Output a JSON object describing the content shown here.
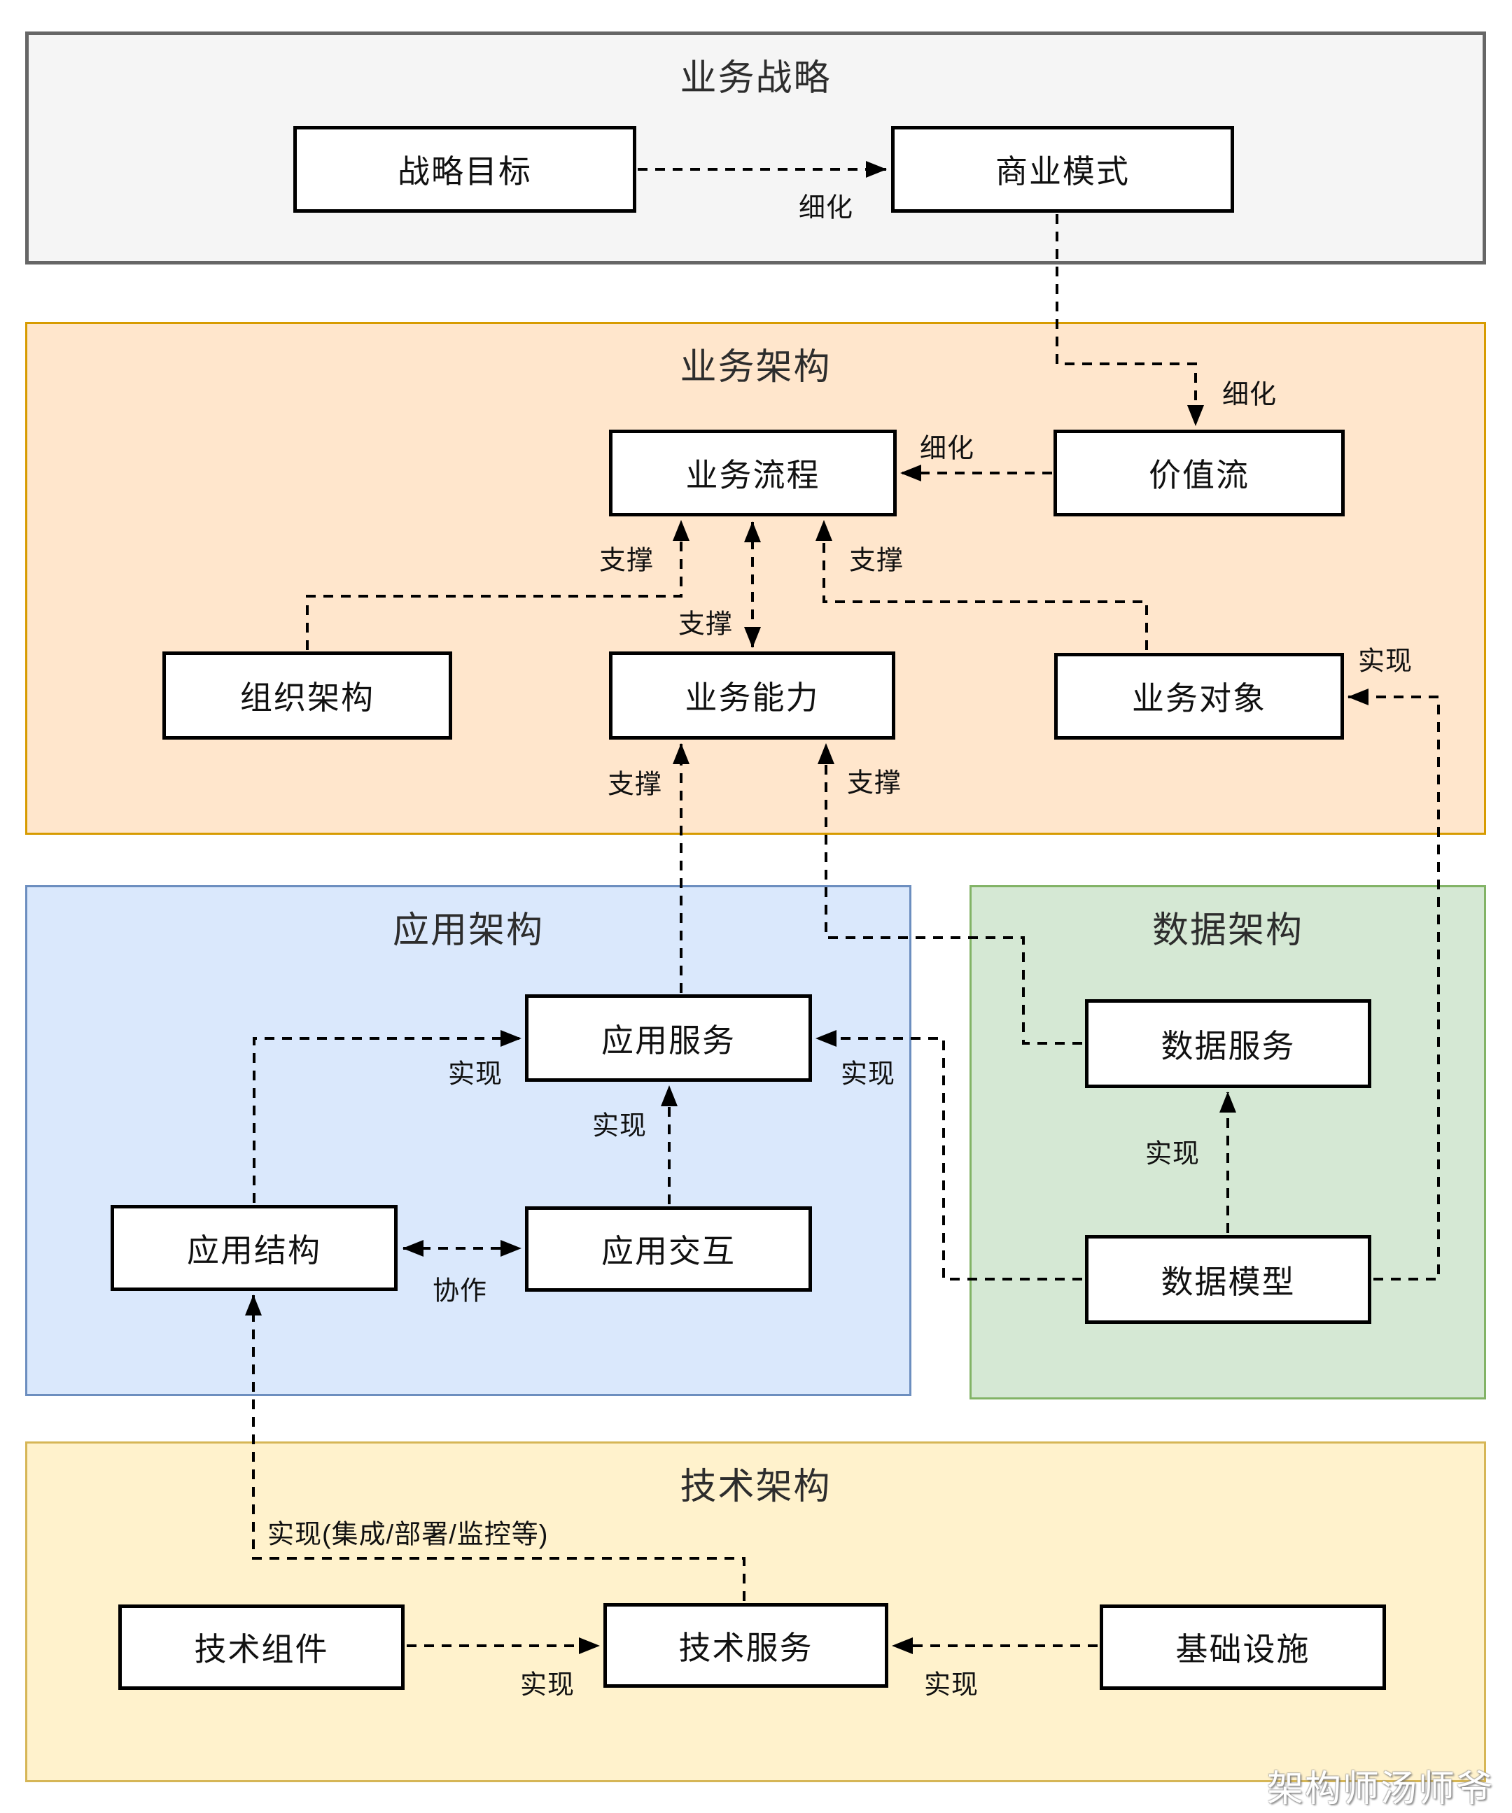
{
  "sections": [
    {
      "id": "business-strategy",
      "title": "业务战略",
      "fill": "#f5f5f5",
      "stroke": "#666666"
    },
    {
      "id": "business-architecture",
      "title": "业务架构",
      "fill": "#ffe6cc",
      "stroke": "#d79b00"
    },
    {
      "id": "application-architecture",
      "title": "应用架构",
      "fill": "#dae8fc",
      "stroke": "#6c8ebf"
    },
    {
      "id": "data-architecture",
      "title": "数据架构",
      "fill": "#d5e8d4",
      "stroke": "#82b366"
    },
    {
      "id": "technology-architecture",
      "title": "技术架构",
      "fill": "#fff2cc",
      "stroke": "#d6b656"
    }
  ],
  "nodes": [
    {
      "id": "strategic-goal",
      "label": "战略目标",
      "section": "business-strategy"
    },
    {
      "id": "business-model",
      "label": "商业模式",
      "section": "business-strategy"
    },
    {
      "id": "business-process",
      "label": "业务流程",
      "section": "business-architecture"
    },
    {
      "id": "value-stream",
      "label": "价值流",
      "section": "business-architecture"
    },
    {
      "id": "organization-structure",
      "label": "组织架构",
      "section": "business-architecture"
    },
    {
      "id": "business-capability",
      "label": "业务能力",
      "section": "business-architecture"
    },
    {
      "id": "business-object",
      "label": "业务对象",
      "section": "business-architecture"
    },
    {
      "id": "application-service",
      "label": "应用服务",
      "section": "application-architecture"
    },
    {
      "id": "application-structure",
      "label": "应用结构",
      "section": "application-architecture"
    },
    {
      "id": "application-interaction",
      "label": "应用交互",
      "section": "application-architecture"
    },
    {
      "id": "data-service",
      "label": "数据服务",
      "section": "data-architecture"
    },
    {
      "id": "data-model",
      "label": "数据模型",
      "section": "data-architecture"
    },
    {
      "id": "technology-component",
      "label": "技术组件",
      "section": "technology-architecture"
    },
    {
      "id": "technology-service",
      "label": "技术服务",
      "section": "technology-architecture"
    },
    {
      "id": "infrastructure",
      "label": "基础设施",
      "section": "technology-architecture"
    }
  ],
  "edges": [
    {
      "from": "strategic-goal",
      "to": "business-model",
      "label": "细化"
    },
    {
      "from": "business-model",
      "to": "value-stream",
      "label": "细化"
    },
    {
      "from": "value-stream",
      "to": "business-process",
      "label": "细化"
    },
    {
      "from": "organization-structure",
      "to": "business-process",
      "label": "支撑"
    },
    {
      "from": "business-capability",
      "to": "business-process",
      "label": "支撑",
      "bidirectional": true
    },
    {
      "from": "business-object",
      "to": "business-process",
      "label": "支撑"
    },
    {
      "from": "application-service",
      "to": "business-capability",
      "label": "支撑"
    },
    {
      "from": "data-service",
      "to": "business-capability",
      "label": "支撑"
    },
    {
      "from": "data-model",
      "to": "business-object",
      "label": "实现"
    },
    {
      "from": "application-structure",
      "to": "application-service",
      "label": "实现"
    },
    {
      "from": "application-interaction",
      "to": "application-service",
      "label": "实现"
    },
    {
      "from": "application-structure",
      "to": "application-interaction",
      "label": "协作",
      "bidirectional": true
    },
    {
      "from": "data-model",
      "to": "application-service",
      "label": "实现"
    },
    {
      "from": "data-model",
      "to": "data-service",
      "label": "实现"
    },
    {
      "from": "technology-service",
      "to": "application-structure",
      "label": "实现(集成/部署/监控等)"
    },
    {
      "from": "technology-component",
      "to": "technology-service",
      "label": "实现"
    },
    {
      "from": "infrastructure",
      "to": "technology-service",
      "label": "实现"
    }
  ],
  "watermark": {
    "text": "架构师汤师爷"
  }
}
